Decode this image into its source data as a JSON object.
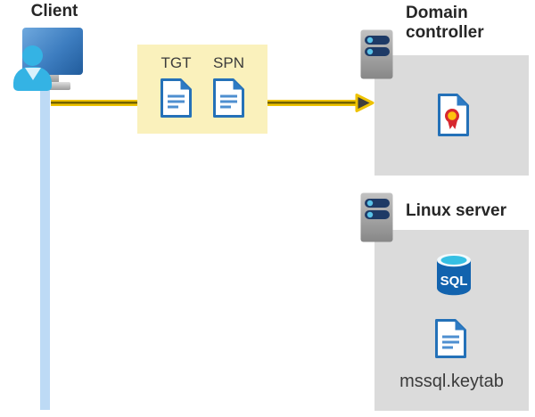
{
  "client": {
    "label": "Client"
  },
  "tickets": {
    "box_items": [
      {
        "label": "TGT"
      },
      {
        "label": "SPN"
      }
    ]
  },
  "domain_controller": {
    "label": "Domain controller"
  },
  "linux_server": {
    "label": "Linux server",
    "sql_label": "SQL",
    "keytab_label": "mssql.keytab"
  },
  "colors": {
    "ticket_box_bg": "#FAF1BC",
    "arrow_gold": "#EEC200",
    "arrow_core": "#736200",
    "arrowhead_fill": "#3F3F3F",
    "panel_gray": "#DBDBDB",
    "connection_line_blue": "#BDDAF5",
    "document_blue": "#2471B8",
    "document_line_blue": "#4E8FD0",
    "sql_body_blue": "#1263AE",
    "sql_top_cyan": "#35BFE3",
    "certificate_red": "#D7282F",
    "certificate_gold": "#FFC20E",
    "person_cyan": "#34B3E4",
    "server_bar_navy": "#1E3A66",
    "label_text": "#262626"
  }
}
